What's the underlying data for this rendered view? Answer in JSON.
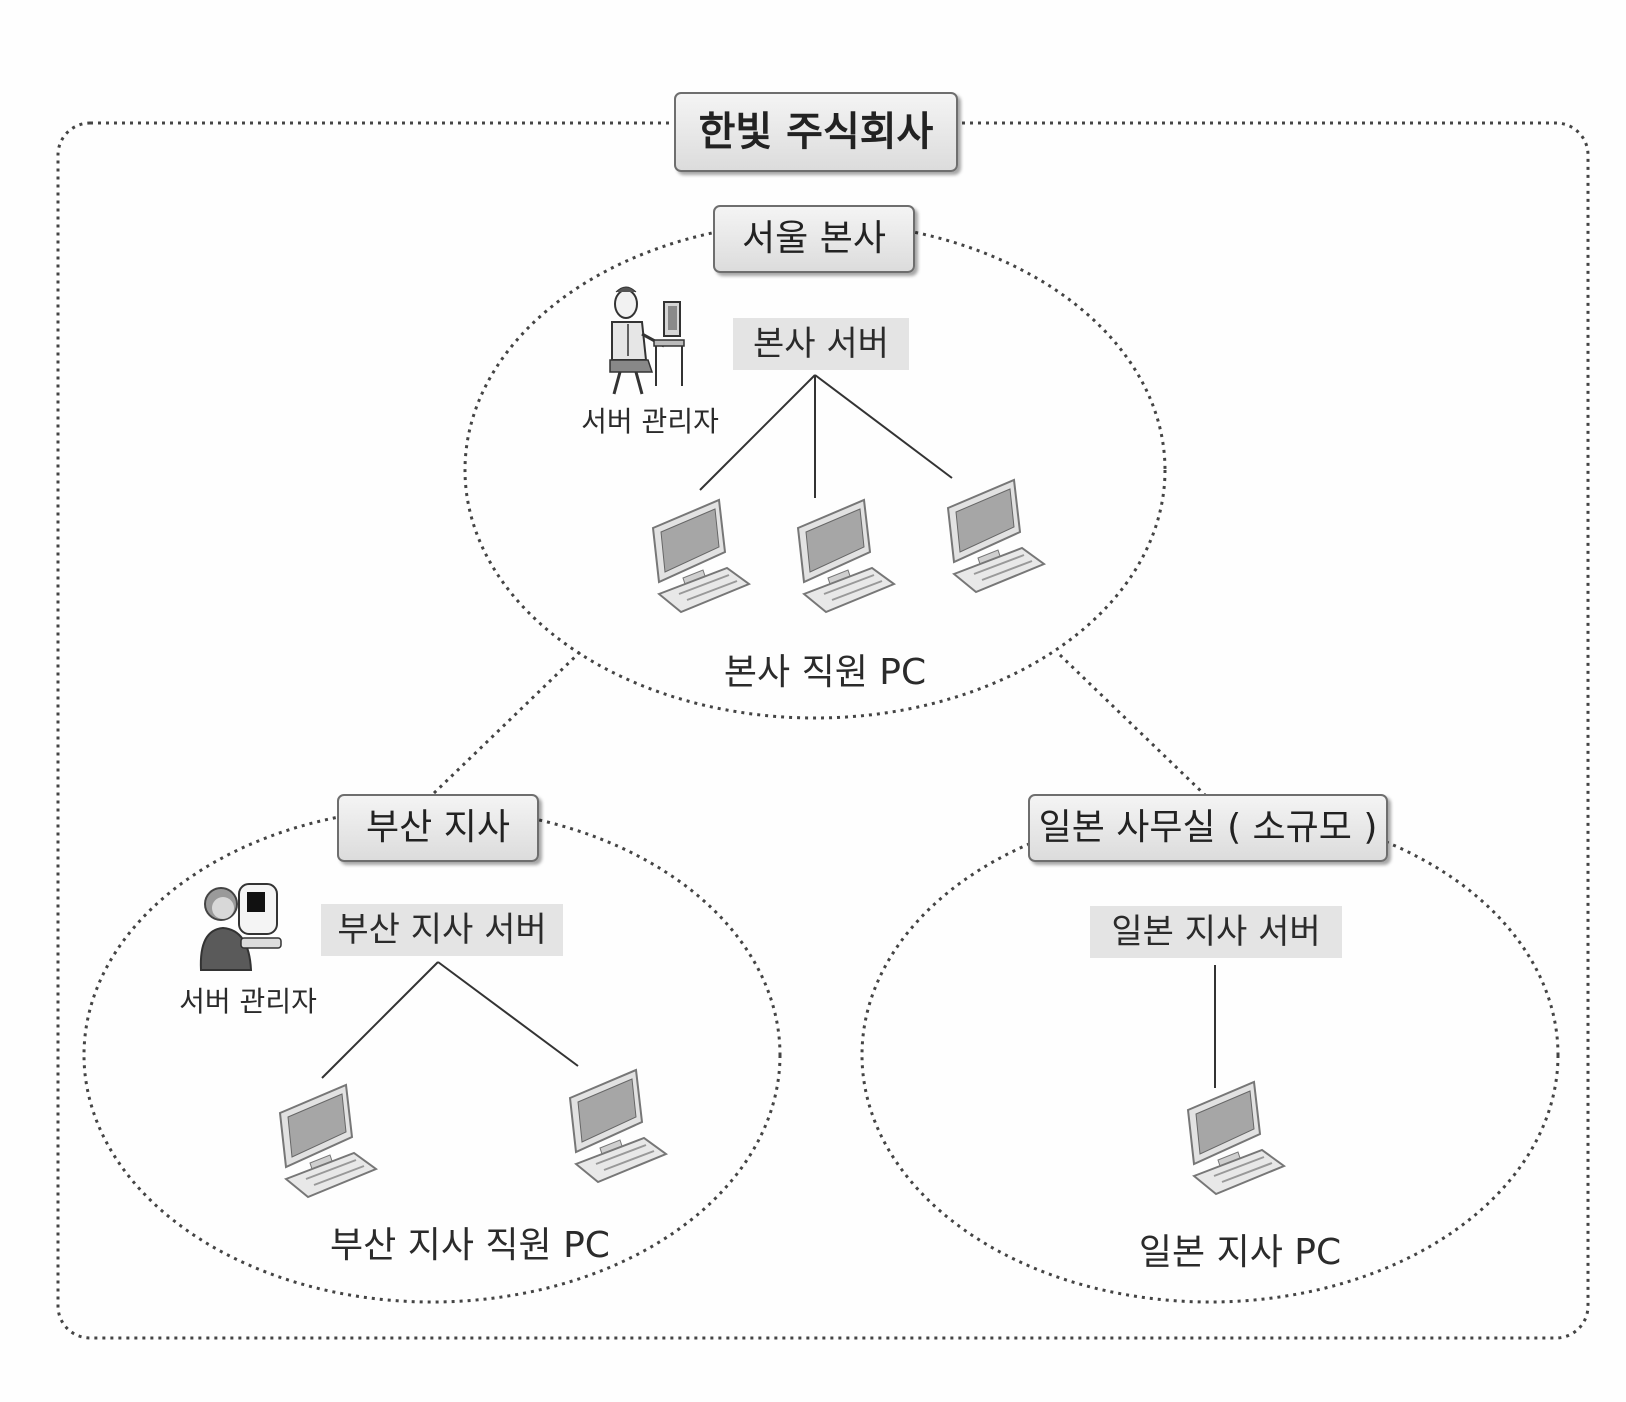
{
  "company": {
    "title": "한빛 주식회사"
  },
  "seoul": {
    "title": "서울 본사",
    "server": "본사 서버",
    "admin_label": "서버 관리자",
    "pcs_label": "본사 직원 PC"
  },
  "busan": {
    "title": "부산 지사",
    "server": "부산 지사 서버",
    "admin_label": "서버 관리자",
    "pcs_label": "부산 지사 직원 PC"
  },
  "japan": {
    "title": "일본 사무실 ( 소규모 )",
    "server": "일본 지사 서버",
    "pcs_label": "일본 지사 PC"
  },
  "colors": {
    "line": "#333333",
    "box_border": "#6e6e6e",
    "server_bg": "#e4e4e4"
  },
  "icons": {
    "pc": "desktop-pc-icon",
    "admin_male": "server-admin-icon",
    "admin_female": "server-admin-icon"
  }
}
